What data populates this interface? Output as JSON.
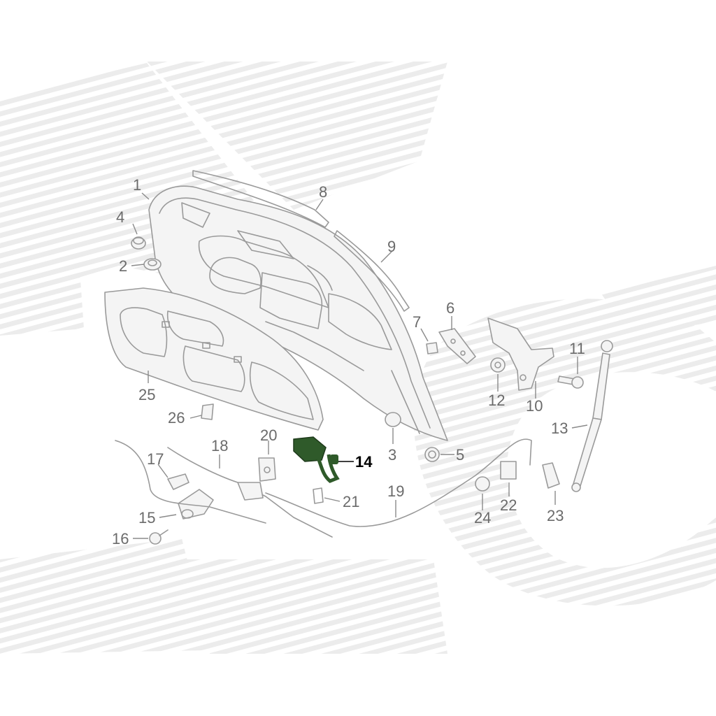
{
  "callouts": {
    "c1": "1",
    "c2": "2",
    "c3": "3",
    "c4": "4",
    "c5": "5",
    "c6": "6",
    "c7": "7",
    "c8": "8",
    "c9": "9",
    "c10": "10",
    "c11": "11",
    "c12": "12",
    "c13": "13",
    "c14": "14",
    "c15": "15",
    "c16": "16",
    "c17": "17",
    "c18": "18",
    "c19": "19",
    "c20": "20",
    "c21": "21",
    "c22": "22",
    "c23": "23",
    "c24": "24",
    "c25": "25",
    "c26": "26"
  },
  "highlight": {
    "part": "14",
    "color": "#2f5a2a"
  },
  "colors": {
    "line": "#9a9a9a",
    "label": "#6b6b6b",
    "active_label": "#000000",
    "watermark": "#ededed"
  }
}
